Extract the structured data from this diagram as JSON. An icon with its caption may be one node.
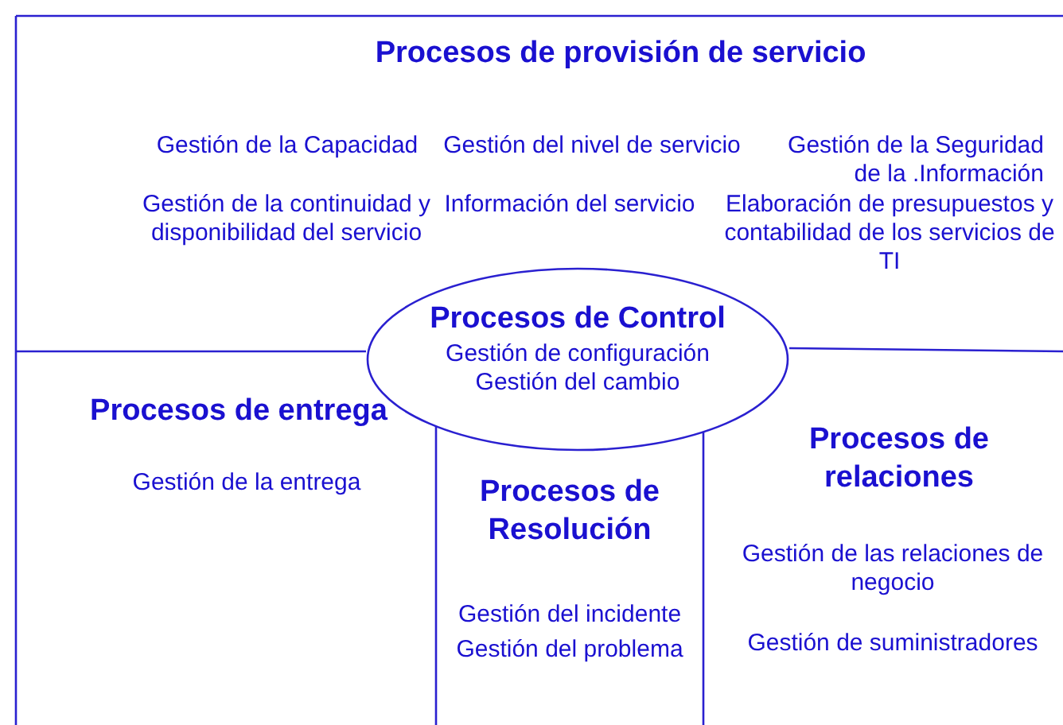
{
  "diagram": {
    "nodes": [
      {
        "text": [
          "Procesos de provisión de servicio",
          "Gestión de la Capacidad",
          "Gestión del nivel de servicio",
          "Gestión de la Seguridad de la .Información",
          "Gestión de la continuidad y disponibilidad del servicio",
          "Información del servicio",
          "Elaboración de presupuestos y contabilidad de los servicios de TI"
        ]
      },
      {
        "text": [
          "Procesos de Control",
          "Gestión de configuración",
          "Gestión del cambio"
        ]
      },
      {
        "text": [
          "Procesos de entrega",
          "Gestión de la entrega"
        ]
      },
      {
        "text": [
          "Procesos de Resolución",
          "Gestión del incidente",
          "Gestión del problema"
        ]
      },
      {
        "text": [
          "Procesos de relaciones",
          "Gestión de las relaciones de negocio",
          "Gestión de suministradores"
        ]
      }
    ]
  }
}
